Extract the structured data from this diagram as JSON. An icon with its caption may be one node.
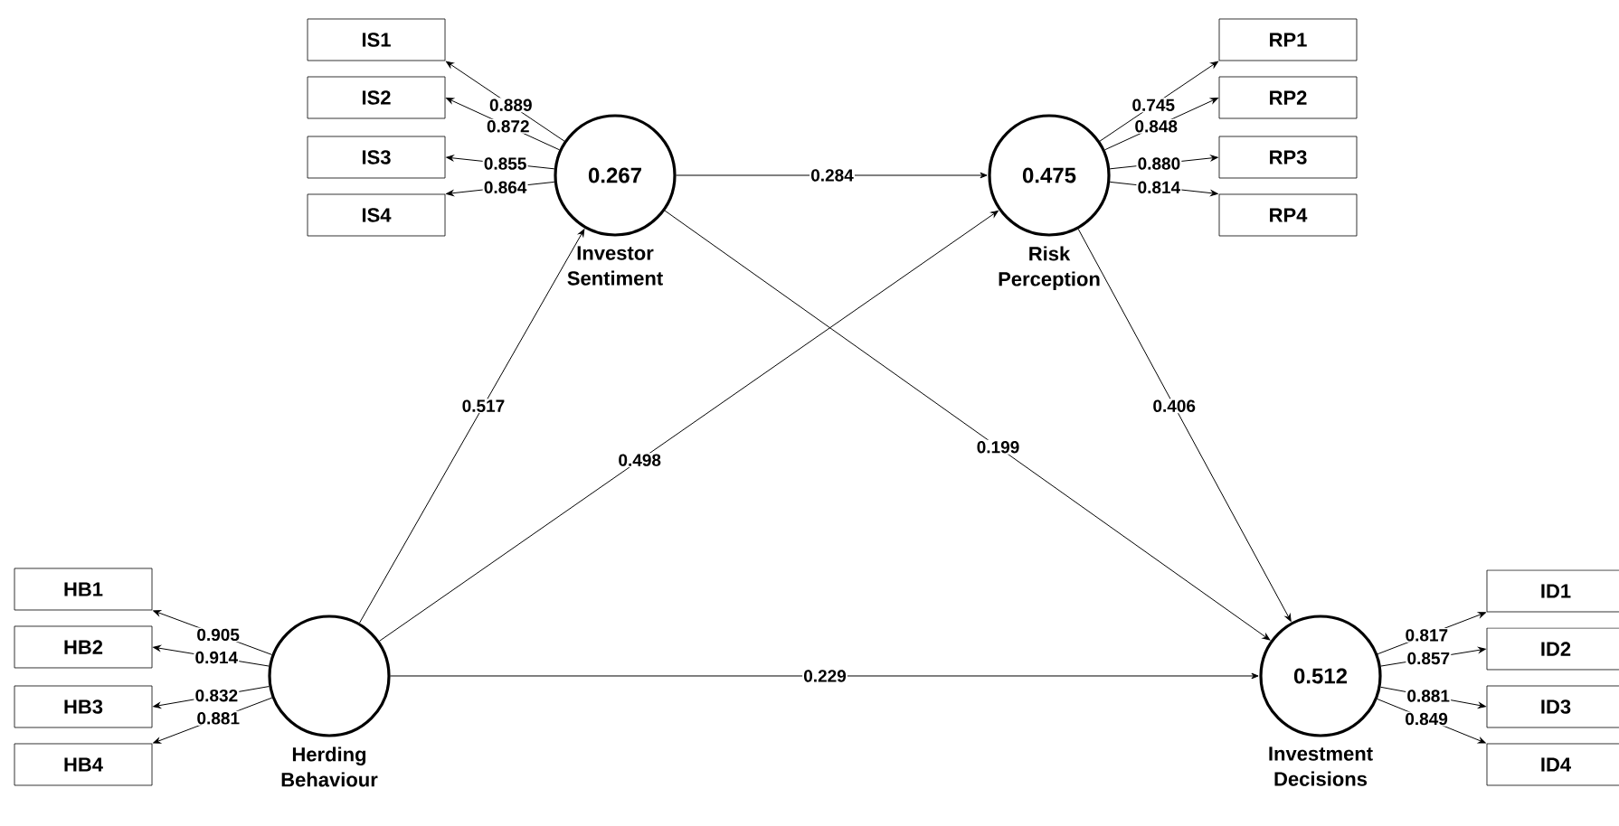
{
  "diagram": {
    "nodes": [
      {
        "text": [
          "0.267"
        ],
        "beside": [
          "Investor Sentiment"
        ]
      },
      {
        "text": [
          "0.475"
        ],
        "beside": [
          "Risk Perception"
        ]
      },
      {
        "text": [],
        "shape": "circle",
        "beside": [
          "Herding Behaviour"
        ]
      },
      {
        "text": [
          "0.512"
        ],
        "beside": [
          "Investment Decisions"
        ]
      },
      {
        "text": [
          "IS1"
        ]
      },
      {
        "text": [
          "IS2"
        ]
      },
      {
        "text": [
          "IS3"
        ]
      },
      {
        "text": [
          "IS4"
        ]
      },
      {
        "text": [
          "RP1"
        ]
      },
      {
        "text": [
          "RP2"
        ]
      },
      {
        "text": [
          "RP3"
        ]
      },
      {
        "text": [
          "RP4"
        ]
      },
      {
        "text": [
          "HB1"
        ]
      },
      {
        "text": [
          "HB2"
        ]
      },
      {
        "text": [
          "HB3"
        ]
      },
      {
        "text": [
          "HB4"
        ]
      },
      {
        "text": [
          "ID1"
        ]
      },
      {
        "text": [
          "ID2"
        ]
      },
      {
        "text": [
          "ID3"
        ]
      },
      {
        "text": [
          "ID4"
        ]
      }
    ],
    "edges": [
      {
        "from": 0,
        "to": 4,
        "arrow": "to",
        "label": "0.889"
      },
      {
        "from": 0,
        "to": 5,
        "arrow": "to",
        "label": "0.872"
      },
      {
        "from": 0,
        "to": 6,
        "arrow": "to",
        "label": "0.855"
      },
      {
        "from": 0,
        "to": 7,
        "arrow": "to",
        "label": "0.864"
      },
      {
        "from": 1,
        "to": 8,
        "arrow": "to",
        "label": "0.745"
      },
      {
        "from": 1,
        "to": 9,
        "arrow": "to",
        "label": "0.848"
      },
      {
        "from": 1,
        "to": 10,
        "arrow": "to",
        "label": "0.880"
      },
      {
        "from": 1,
        "to": 11,
        "arrow": "to",
        "label": "0.814"
      },
      {
        "from": 2,
        "to": 12,
        "arrow": "to",
        "label": "0.905"
      },
      {
        "from": 2,
        "to": 13,
        "arrow": "to",
        "label": "0.914"
      },
      {
        "from": 2,
        "to": 14,
        "arrow": "to",
        "label": "0.832"
      },
      {
        "from": 2,
        "to": 15,
        "arrow": "to",
        "label": "0.881"
      },
      {
        "from": 3,
        "to": 16,
        "arrow": "to",
        "label": "0.817"
      },
      {
        "from": 3,
        "to": 17,
        "arrow": "to",
        "label": "0.857"
      },
      {
        "from": 3,
        "to": 18,
        "arrow": "to",
        "label": "0.881"
      },
      {
        "from": 3,
        "to": 19,
        "arrow": "to",
        "label": "0.849"
      },
      {
        "from": 0,
        "to": 1,
        "arrow": "to",
        "label": "0.284"
      },
      {
        "from": 2,
        "to": 0,
        "arrow": "to",
        "label": "0.517"
      },
      {
        "from": 2,
        "to": 1,
        "arrow": "to",
        "label": "0.498"
      },
      {
        "from": 0,
        "to": 3,
        "arrow": "to",
        "label": "0.199"
      },
      {
        "from": 1,
        "to": 3,
        "arrow": "to",
        "label": "0.406"
      },
      {
        "from": 2,
        "to": 3,
        "arrow": "to",
        "label": "0.229"
      }
    ]
  }
}
